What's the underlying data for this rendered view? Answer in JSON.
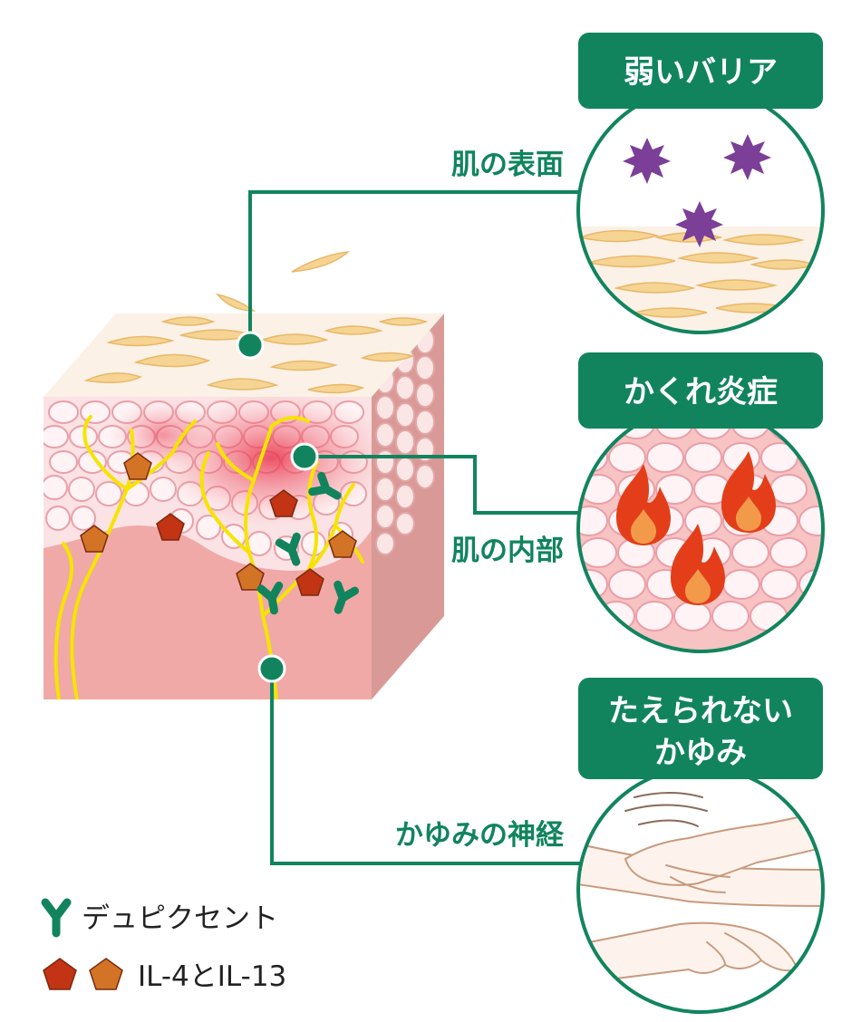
{
  "labels": {
    "surface": "肌の表面",
    "inner": "肌の内部",
    "nerve": "かゆみの神経"
  },
  "badges": {
    "barrier": "弱いバリア",
    "inflammation": "かくれ炎症",
    "itch_line1": "たえられない",
    "itch_line2": "かゆみ"
  },
  "legend": {
    "antibody": "デュピクセント",
    "cytokines": "IL-4とIL-13"
  },
  "colors": {
    "green": "#11845e",
    "pink": "#f0a9a6",
    "purple": "#7b3f98",
    "nerve_yellow": "#f6e400",
    "red_pentagon": "#c23414",
    "orange_pentagon": "#d27326",
    "flame": "#e33e19",
    "cream": "#f6d493"
  }
}
